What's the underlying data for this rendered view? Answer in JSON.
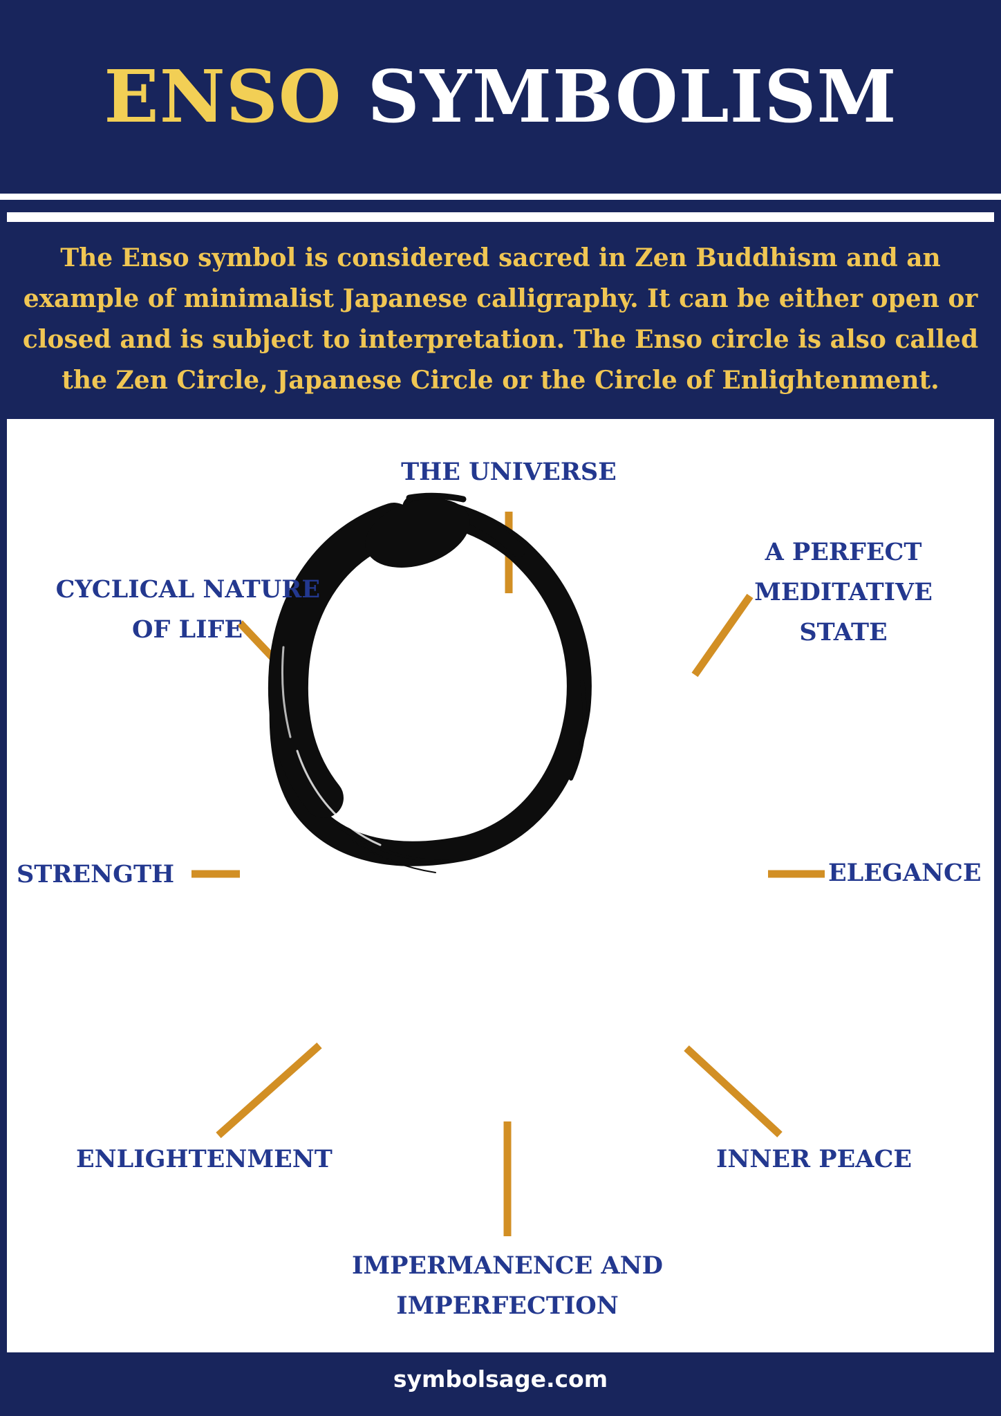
{
  "header": {
    "title_accent": "ENSO",
    "title_main": "SYMBOLISM"
  },
  "intro": "The Enso symbol is considered sacred in Zen Buddhism and an example of minimalist Japanese calligraphy. It can be either open or closed and is subject to interpretation. The Enso circle is also called the Zen Circle, Japanese Circle or the Circle of Enlightenment.",
  "diagram": {
    "labels": {
      "top": "THE UNIVERSE",
      "top_right": [
        "A PERFECT",
        "MEDITATIVE",
        "STATE"
      ],
      "right": "ELEGANCE",
      "bottom_right": "INNER PEACE",
      "bottom": [
        "IMPERMANENCE AND",
        "IMPERFECTION"
      ],
      "bottom_left": "ENLIGHTENMENT",
      "left": "STRENGTH",
      "top_left": [
        "CYCLICAL NATURE",
        "OF LIFE"
      ]
    },
    "colors": {
      "label": "#23388f",
      "spoke": "#d28f24",
      "ink": "#0d0d0d"
    }
  },
  "footer": "symbolsage.com",
  "colors": {
    "background": "#18255c",
    "title_accent": "#f2cf55",
    "intro_text": "#f0c653"
  }
}
